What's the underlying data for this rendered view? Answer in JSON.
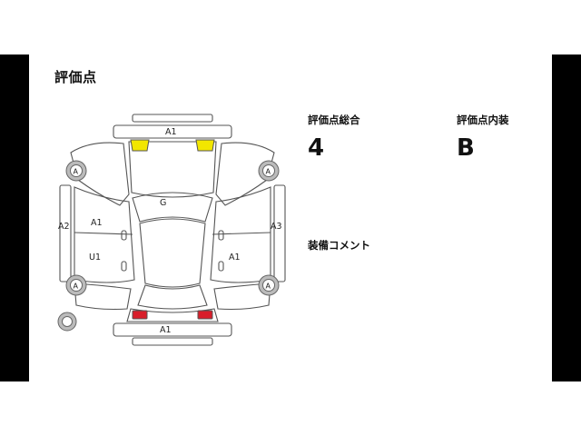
{
  "section_title": "評価点",
  "overall": {
    "label": "評価点総合",
    "value": "4"
  },
  "interior": {
    "label": "評価点内装",
    "value": "B"
  },
  "comment": {
    "label": "装備コメント",
    "text": ""
  },
  "diagram": {
    "labels": {
      "hood": "A1",
      "roof": "G",
      "left_front_door": "A1",
      "left_rear_door": "U1",
      "left_side": "A2",
      "right_side": "A3",
      "right_rear_door": "A1",
      "rear": "A1",
      "front_left_wheel": "A",
      "front_right_wheel": "A",
      "rear_left_wheel": "A",
      "rear_right_wheel": "A"
    },
    "colors": {
      "headlight": "#f2e600",
      "taillight": "#d81e2a",
      "line": "#555555"
    }
  }
}
